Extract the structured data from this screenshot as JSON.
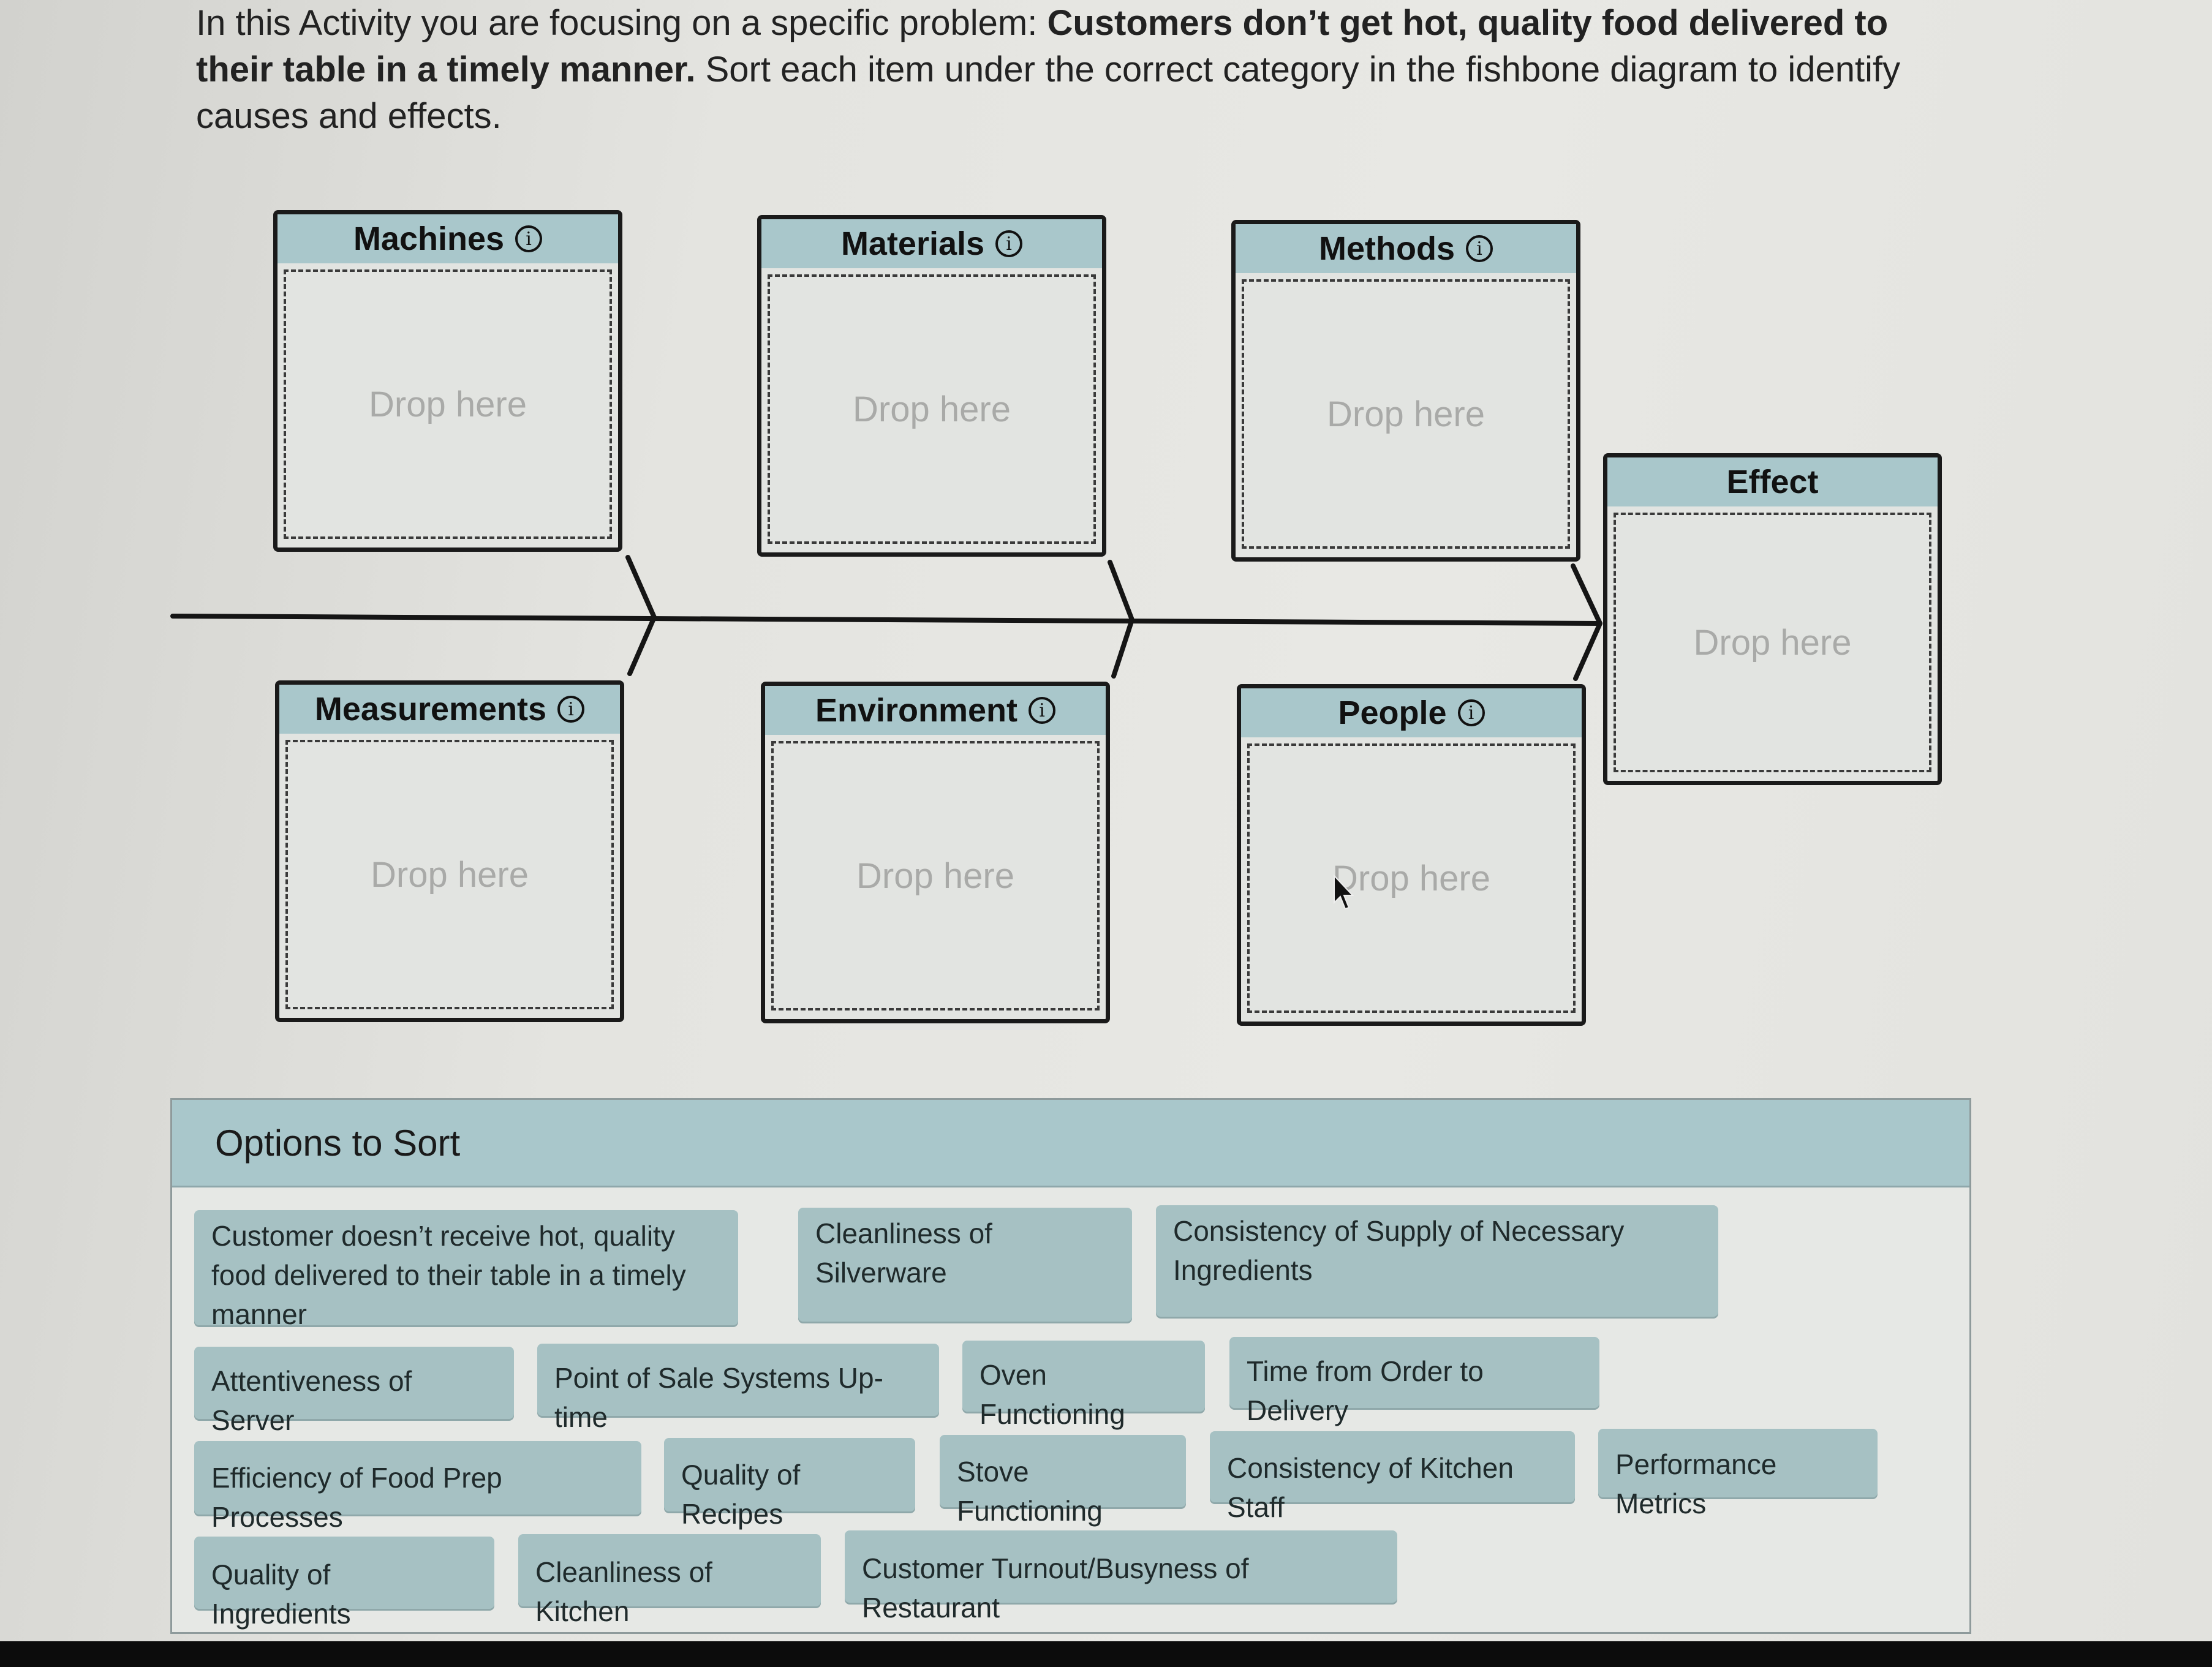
{
  "intro": {
    "prefix": "In this Activity you are focusing on a specific problem: ",
    "problem": "Customers don’t get hot, quality food delivered to their table in a timely manner.",
    "suffix": " Sort each item under the correct category in the fishbone diagram to identify causes and effects."
  },
  "categories": {
    "machines": "Machines",
    "materials": "Materials",
    "methods": "Methods",
    "measurements": "Measurements",
    "environment": "Environment",
    "people": "People",
    "effect": "Effect"
  },
  "drop_placeholder": "Drop here",
  "info_icon_glyph": "i",
  "options": {
    "title": "Options to Sort",
    "items": [
      "Customer doesn’t receive hot, quality food delivered to their table in a timely manner",
      "Cleanliness of Silverware",
      "Consistency of Supply of Necessary Ingredients",
      "Attentiveness of Server",
      "Point of Sale Systems Up-time",
      "Oven Functioning",
      "Time from Order to Delivery",
      "Efficiency of Food Prep Processes",
      "Quality of Recipes",
      "Stove Functioning",
      "Consistency of Kitchen Staff",
      "Performance Metrics",
      "Quality of Ingredients",
      "Cleanliness of Kitchen",
      "Customer Turnout/Busyness of Restaurant"
    ]
  },
  "colors": {
    "header_teal": "#a9c7cb",
    "chip_teal": "#a6c1c3",
    "placeholder_gray": "#a9aaa8"
  }
}
